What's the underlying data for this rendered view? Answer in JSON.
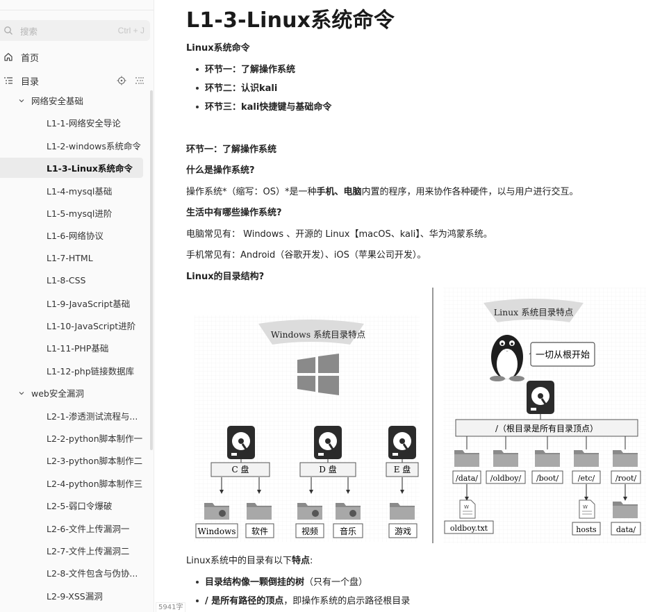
{
  "sidebar": {
    "search": {
      "placeholder": "搜索",
      "shortcut": "Ctrl + J"
    },
    "home_label": "首页",
    "toc_label": "目录",
    "groups": [
      {
        "label": "网络安全基础",
        "items": [
          "L1-1-网络安全导论",
          "L1-2-windows系统命令",
          "L1-3-Linux系统命令",
          "L1-4-mysql基础",
          "L1-5-mysql进阶",
          "L1-6-网络协议",
          "L1-7-HTML",
          "L1-8-CSS",
          "L1-9-JavaScript基础",
          "L1-10-JavaScript进阶",
          "L1-11-PHP基础",
          "L1-12-php链接数据库"
        ]
      },
      {
        "label": "web安全漏洞",
        "items": [
          "L2-1-渗透测试流程与...",
          "L2-2-python脚本制作一",
          "L2-3-python脚本制作二",
          "L2-4-python脚本制作三",
          "L2-5-弱口令爆破",
          "L2-6-文件上传漏洞一",
          "L2-7-文件上传漏洞二",
          "L2-8-文件包含与伪协...",
          "L2-9-XSS漏洞"
        ]
      }
    ],
    "active_item": "L1-3-Linux系统命令"
  },
  "status": {
    "word_count": "5941字"
  },
  "doc": {
    "title": "L1-3-Linux系统命令",
    "intro_heading": "Linux系统命令",
    "intro_bullets": [
      "环节一：了解操作系统",
      "环节二：认识kali",
      "环节三：kali快捷键与基础命令"
    ],
    "section1_heading": "环节一：了解操作系统",
    "q1": "什么是操作系统?",
    "def_prefix": "操作系统*（缩写：OS）*是一种",
    "def_bold": "手机、电脑",
    "def_suffix": "内置的程序，用来协作各种硬件，以与用户进行交互。",
    "q2": "生活中有哪些操作系统?",
    "pc_line": "电脑常见有： Windows 、开源的 Linux【macOS、kali】、华为鸿蒙系统。",
    "mobile_line": "手机常见有：Android（谷歌开发）、iOS（苹果公司开发）。",
    "q3": "Linux的目录结构?",
    "features_prefix": "Linux系统中的目录有以下",
    "features_bold": "特点",
    "features_suffix": ":",
    "feature_bullets": [
      {
        "bold": "目录结构像一颗倒挂的树",
        "rest": "（只有一个盘）"
      },
      {
        "bold": "/   是所有路径的顶点",
        "rest": "，即操作系统的启示路径根目录"
      }
    ]
  },
  "figure": {
    "windows_banner": "Windows 系统目录特点",
    "windows_drives": [
      "C 盘",
      "D 盘",
      "E 盘"
    ],
    "windows_folders": [
      "Windows",
      "软件",
      "视频",
      "音乐",
      "游戏"
    ],
    "linux_banner": "Linux 系统目录特点",
    "linux_callout": "一切从根开始",
    "linux_root": "/（根目录是所有目录顶点）",
    "linux_dirs": [
      "/data/",
      "/oldboy/",
      "/boot/",
      "/etc/",
      "/root/"
    ],
    "linux_files": [
      "oldboy.txt",
      "hosts",
      "data/"
    ],
    "colors": {
      "disk": "#2b2b2b",
      "folder": "#8a8a8a",
      "banner": "#dcdcdc",
      "box_border": "#555555"
    }
  }
}
